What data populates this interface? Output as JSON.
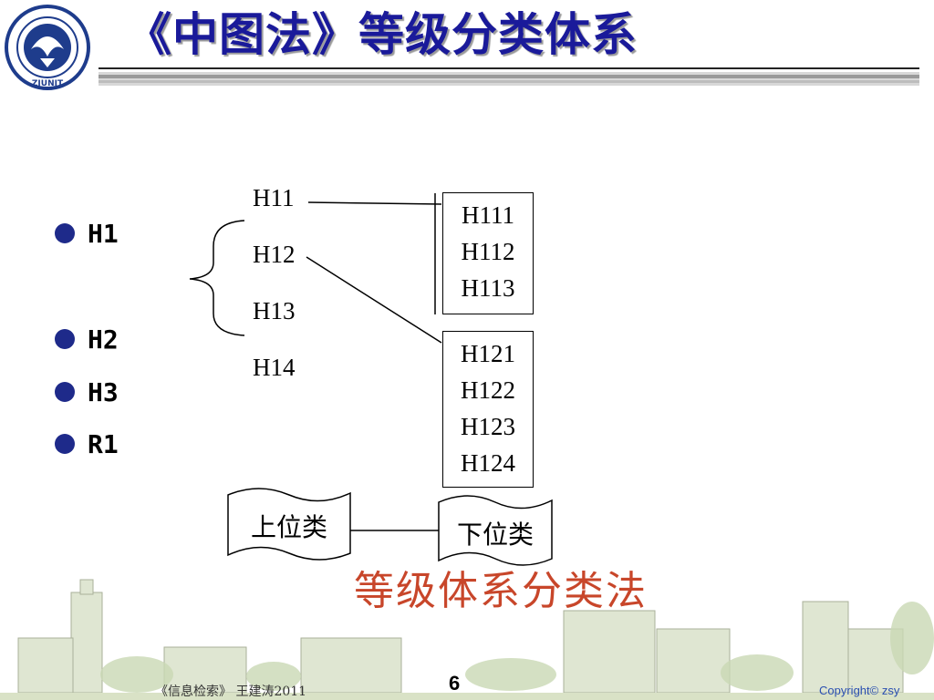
{
  "header": {
    "title": "《中图法》等级分类体系"
  },
  "bullets": [
    "H1",
    "H2",
    "H3",
    "R1"
  ],
  "codes": [
    "H11",
    "H12",
    "H13",
    "H14"
  ],
  "box1": [
    "H111",
    "H112",
    "H113"
  ],
  "box2": [
    "H121",
    "H122",
    "H123",
    "H124"
  ],
  "banners": {
    "upper": "上位类",
    "lower": "下位类"
  },
  "caption": "等级体系分类法",
  "footer": {
    "left": "《信息检索》 王建涛2011",
    "page": "6",
    "copyright": "Copyright© zsy"
  },
  "colors": {
    "title": "#1a1a9a",
    "bullet": "#1e2a8a",
    "caption": "#c8462a",
    "copyright": "#2a4fb0"
  }
}
